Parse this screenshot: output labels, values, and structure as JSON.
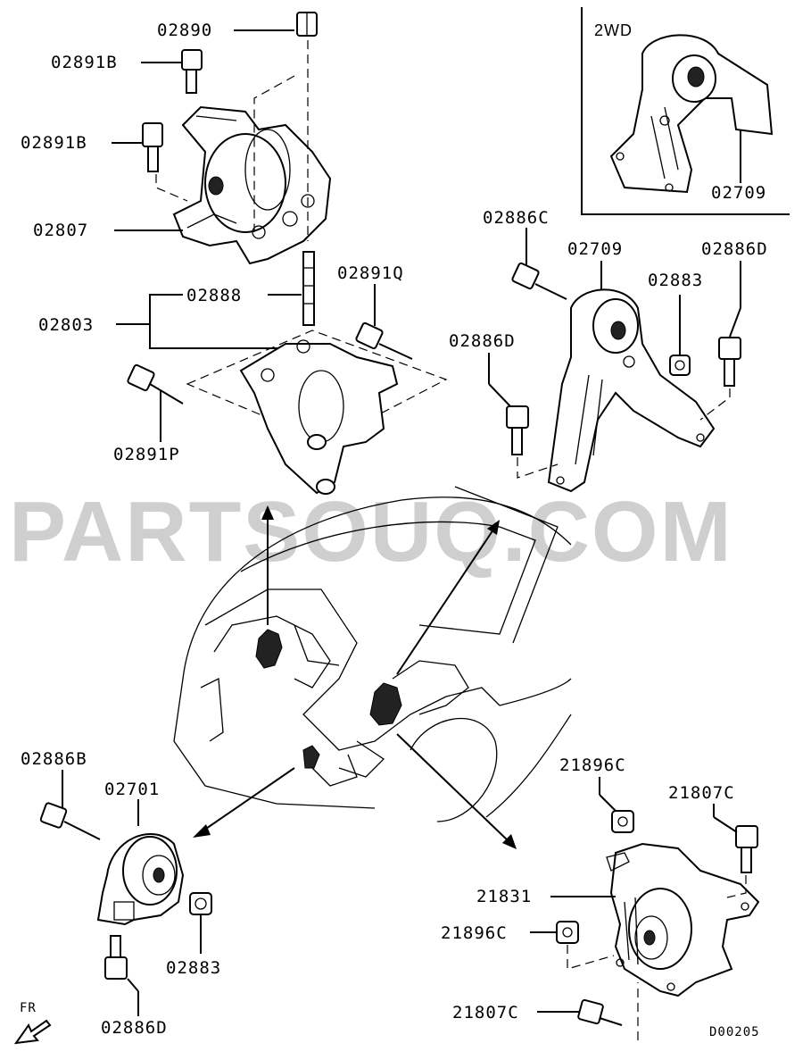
{
  "watermark": "PARTSOUQ.COM",
  "inset_label": "2WD",
  "diagram_code": "D00205",
  "fr_label": "FR",
  "parts": {
    "p02890": "02890",
    "p02891B_top": "02891B",
    "p02891B_mid": "02891B",
    "p02807": "02807",
    "p02888": "02888",
    "p02803": "02803",
    "p02891Q": "02891Q",
    "p02891P": "02891P",
    "p02709_inset": "02709",
    "p02886C": "02886C",
    "p02709": "02709",
    "p02886D_right": "02886D",
    "p02883_right": "02883",
    "p02886D_mid": "02886D",
    "p02886B": "02886B",
    "p02701": "02701",
    "p02883_left": "02883",
    "p02886D_left": "02886D",
    "p21896C_top": "21896C",
    "p21807C_top": "21807C",
    "p21831": "21831",
    "p21896C_mid": "21896C",
    "p21807C_bot": "21807C"
  }
}
